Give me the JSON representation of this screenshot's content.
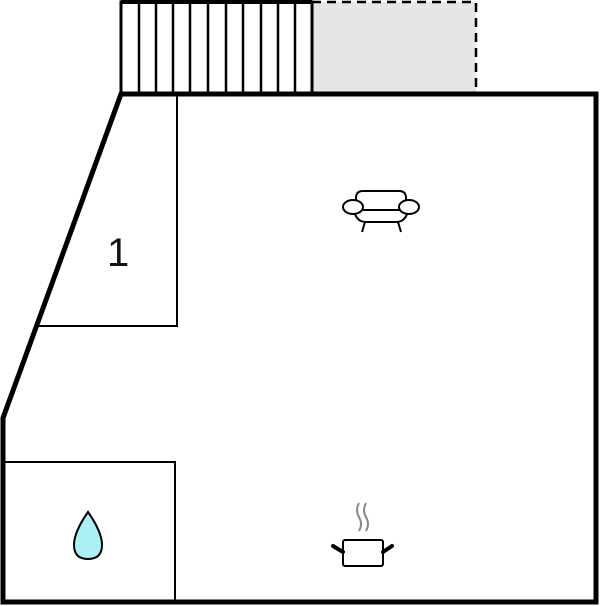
{
  "floorplan": {
    "rooms": [
      {
        "id": "bedroom-1",
        "label": "1"
      },
      {
        "id": "living-room",
        "icon": "sofa-icon"
      },
      {
        "id": "kitchen",
        "icon": "cooking-pot-icon"
      },
      {
        "id": "bathroom",
        "icon": "water-drop-icon"
      }
    ],
    "terrace": {
      "type": "balcony",
      "adjacent_area": "open terrace (dashed)"
    },
    "colors": {
      "wall": "#000000",
      "terrace_fill": "#e6e6e6",
      "water_drop": "#aaf0f5",
      "steam": "#888888"
    }
  }
}
